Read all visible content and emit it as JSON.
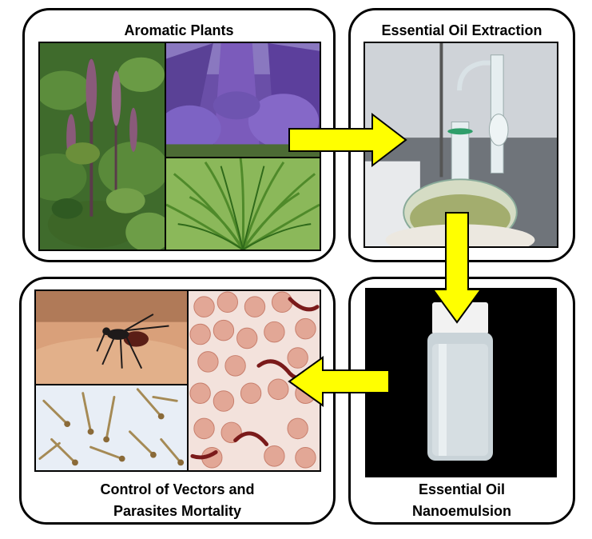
{
  "panels": {
    "aromatic_plants": {
      "title": "Aromatic Plants"
    },
    "extraction": {
      "title": "Essential Oil Extraction"
    },
    "nanoemulsion": {
      "title_line1": "Essential Oil",
      "title_line2": "Nanoemulsion"
    },
    "control": {
      "title_line1": "Control of Vectors and",
      "title_line2": "Parasites Mortality"
    }
  },
  "colors": {
    "arrow_fill": "#ffff00",
    "arrow_stroke": "#000000",
    "panel_border": "#000000"
  }
}
